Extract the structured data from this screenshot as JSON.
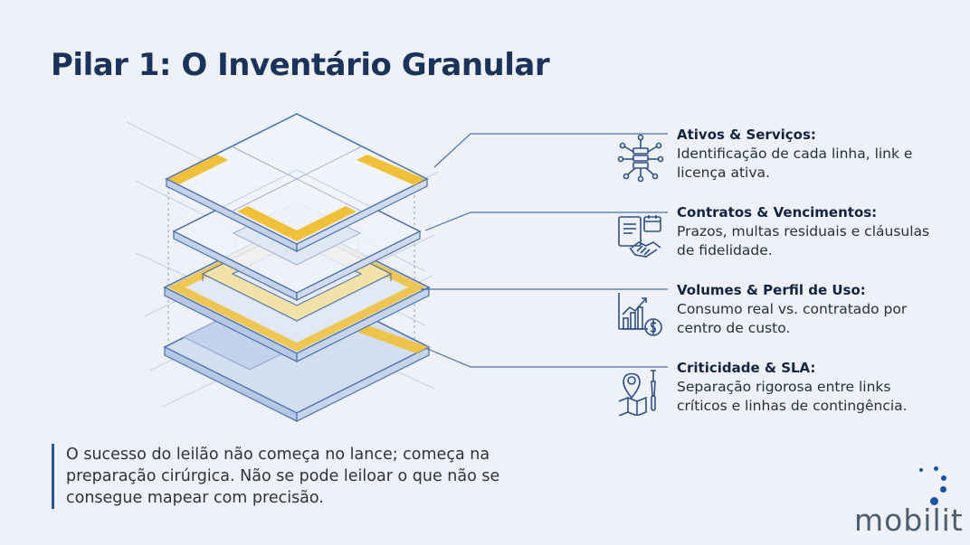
{
  "title": "Pilar 1: O Inventário Granular",
  "items": [
    {
      "icon": "network-server-icon",
      "title": "Ativos & Serviços:",
      "desc": "Identificação de cada linha, link e licença ativa."
    },
    {
      "icon": "contract-handshake-icon",
      "title": "Contratos & Vencimentos:",
      "desc": "Prazos, multas residuais e cláusulas de fidelidade."
    },
    {
      "icon": "chart-money-icon",
      "title": "Volumes & Perfil de Uso:",
      "desc": "Consumo real vs. contratado por centro de custo."
    },
    {
      "icon": "map-pin-tools-icon",
      "title": "Criticidade & SLA:",
      "desc": "Separação rigorosa entre links críticos e linhas de contingência."
    }
  ],
  "quote": "O sucesso do leilão não começa no lance; começa na preparação cirúrgica. Não se pode leiloar o que não se consegue mapear com precisão.",
  "logo": "mobilit",
  "colors": {
    "title": "#1c3359",
    "accent": "#2b5597",
    "highlight": "#f0c03a",
    "line": "#4a6fa8"
  }
}
